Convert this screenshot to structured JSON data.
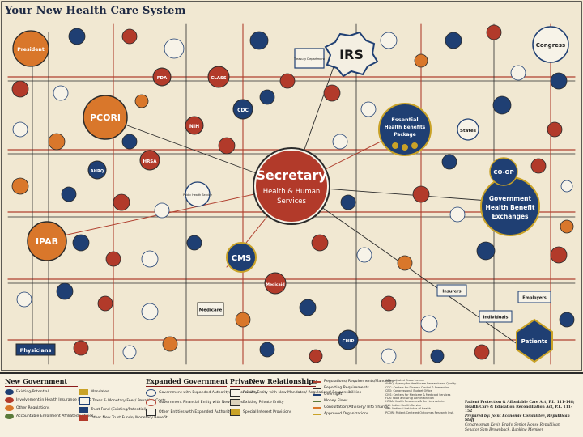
{
  "title": "Your New Health Care System",
  "colors": {
    "background": "#f1e8d2",
    "blue": "#1f3f73",
    "red": "#b23a2a",
    "orange": "#d9772b",
    "gold": "#c9a227",
    "white": "#f7f3e8",
    "green": "#5a7a3a",
    "line_red": "#b0402f",
    "line_dark": "#2b2b2b"
  },
  "nodes": {
    "secretary": {
      "line1": "Secretary",
      "line2": "Health & Human",
      "line3": "Services"
    },
    "irs": {
      "label": "IRS"
    },
    "cms": {
      "label": "CMS"
    },
    "pcori": {
      "label": "PCORI"
    },
    "ipab": {
      "label": "IPAB"
    },
    "president": {
      "label": "President"
    },
    "congress": {
      "label": "Congress"
    },
    "treasury": {
      "label": "Treasury Department"
    },
    "essential_benefits": {
      "line1": "Essential",
      "line2": "Health Benefits",
      "line3": "Package"
    },
    "exchanges": {
      "line1": "Government",
      "line2": "Health Benefit",
      "line3": "Exchanges"
    },
    "co_op": {
      "label": "CO-OP"
    },
    "public_health": {
      "label": "Public Health Service"
    },
    "cdc": {
      "label": "CDC"
    },
    "nih": {
      "label": "NIH"
    },
    "hrsa": {
      "label": "HRSA"
    },
    "medicaid": {
      "label": "Medicaid"
    },
    "medicare": {
      "label": "Medicare"
    },
    "patients": {
      "label": "Patients"
    },
    "physicians": {
      "label": "Physicians"
    },
    "individuals": {
      "label": "Individuals"
    },
    "employers": {
      "label": "Employers"
    },
    "insurers": {
      "label": "Insurers"
    },
    "states": {
      "label": "States"
    },
    "chip": {
      "label": "CHIP"
    },
    "fda": {
      "label": "FDA"
    },
    "ahrq": {
      "label": "AHRQ"
    },
    "class": {
      "label": "CLASS"
    }
  },
  "legend": {
    "new_government": {
      "heading": "New Government",
      "items": [
        "Existing/Potential",
        "Involvement in Health Insurance Market",
        "Other Regulations",
        "Accountable Enrollment Affiliated Entities"
      ]
    },
    "mandates": {
      "items": [
        "Mandates",
        "Taxes & Monetary Fees/ Penalties/Costs",
        "Trust Fund (Existing/Potential)",
        "Other New Trust Funds/ Monetary Benefit"
      ]
    },
    "expanded_government": {
      "heading": "Expanded Government",
      "items": [
        "Government with Expanded Authority/ Responsibility",
        "Government Financial Entity with New Duties",
        "Other Entities with Expanded Authority"
      ]
    },
    "private": {
      "heading": "Private",
      "items": [
        "Private Entity with New Mandates/ Regulations/ Responsibilities",
        "Existing Private Entity",
        "Special Interest Provisions"
      ]
    },
    "new_relationships": {
      "heading": "New Relationships",
      "items": [
        "Regulations/ Requirements/Mandates",
        "Reporting Requirements",
        "Oversight",
        "Money Flows",
        "Consultation/Advisory/ Info Sharing",
        "Approved Organizations"
      ]
    },
    "abbreviations": [
      "ACA: Adjusted Gross Income",
      "AHRQ: Agency for Healthcare Research and Quality",
      "CDC: Centers for Disease Control & Prevention",
      "CBO: Congressional Budget Office",
      "CMS: Centers for Medicare & Medicaid Services",
      "FDA: Food and Drug Administration",
      "HRSA: Health Resources & Services Admin.",
      "IHS: Indian Health Service",
      "NIH: National Institutes of Health",
      "PCORI: Patient-Centered Outcomes Research Inst."
    ]
  },
  "footnote": {
    "line1": "Patient Protection & Affordable Care Act, P.L. 111-148;",
    "line2": "Health Care & Education Reconciliation Act, P.L. 111-152",
    "line3": "Prepared by: Joint Economic Committee, Republican Staff",
    "line4": "Congressman Kevin Brady, Senior House Republican",
    "line5": "Senator Sam Brownback, Ranking Member"
  }
}
